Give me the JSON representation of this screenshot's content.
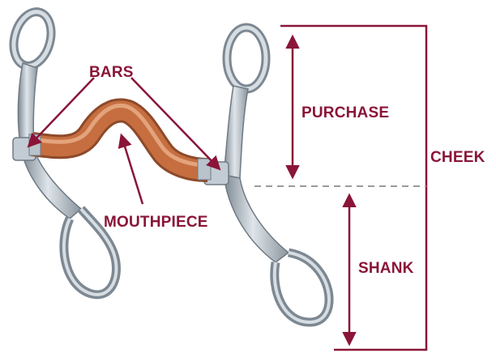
{
  "labels": {
    "bars": "BARS",
    "mouthpiece": "MOUTHPIECE",
    "purchase": "PURCHASE",
    "shank": "SHANK",
    "cheek": "CHEEK"
  },
  "colors": {
    "annotation": "#8a1538",
    "divider": "#9a9a9a",
    "steel": "#b9c3cc",
    "steel_dark": "#6f7a84",
    "copper": "#c9764a",
    "copper_dark": "#8d4a2a"
  }
}
